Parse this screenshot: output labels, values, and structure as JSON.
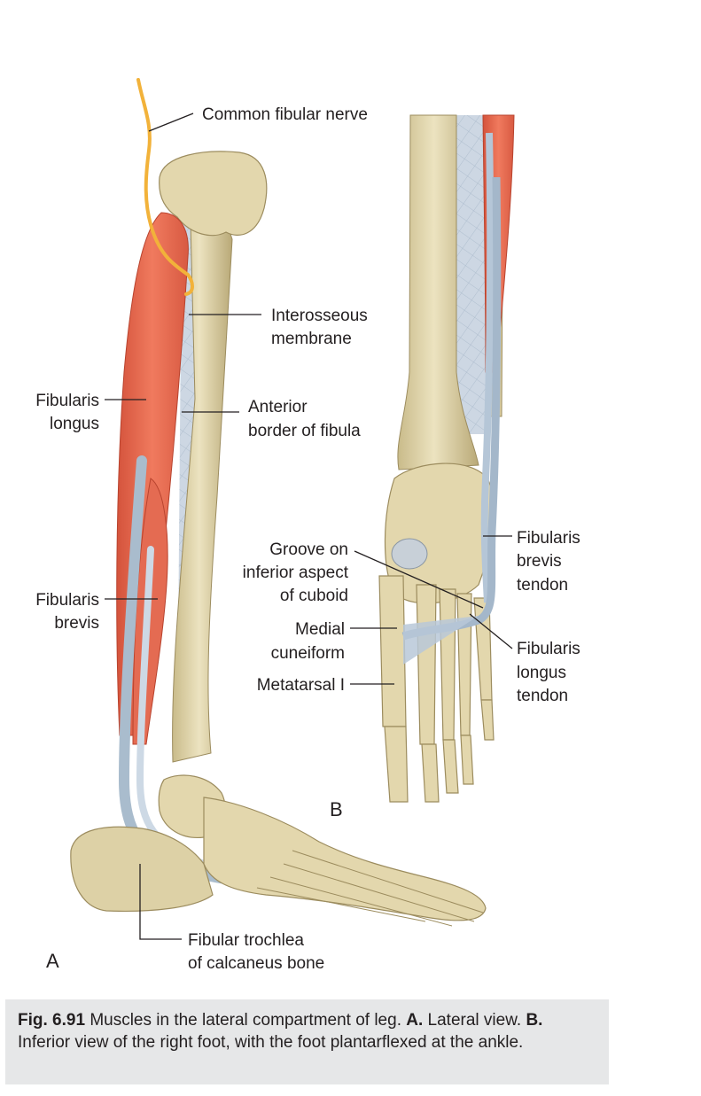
{
  "labels": {
    "common_fibular_nerve": "Common fibular nerve",
    "interosseous_1": "Interosseous",
    "interosseous_2": "membrane",
    "fibularis_longus_1": "Fibularis",
    "fibularis_longus_2": "longus",
    "anterior_border_1": "Anterior",
    "anterior_border_2": "border of fibula",
    "fibularis_brevis_1": "Fibularis",
    "fibularis_brevis_2": "brevis",
    "groove_1": "Groove on",
    "groove_2": "inferior aspect",
    "groove_3": "of cuboid",
    "brevis_tendon_1": "Fibularis",
    "brevis_tendon_2": "brevis",
    "brevis_tendon_3": "tendon",
    "medial_cuneiform_1": "Medial",
    "medial_cuneiform_2": "cuneiform",
    "longus_tendon_1": "Fibularis",
    "longus_tendon_2": "longus",
    "longus_tendon_3": "tendon",
    "metatarsal_1": "Metatarsal I",
    "trochlea_1": "Fibular trochlea",
    "trochlea_2": "of calcaneus bone",
    "panel_a": "A",
    "panel_b": "B"
  },
  "caption": {
    "fig_number": "Fig. 6.91",
    "text_1": "Muscles in the lateral compartment of leg.",
    "part_a_letter": "A.",
    "text_2": "Lateral view.",
    "part_b_letter": "B.",
    "text_3": "Inferior view of the right foot, with the foot plantarflexed at the ankle."
  },
  "colors": {
    "bone": "#ddd1a6",
    "bone_dark": "#b9a977",
    "muscle": "#e8684f",
    "muscle_light": "#f0907a",
    "tendon": "#b9c8d8",
    "membrane": "#c7d3e0",
    "nerve": "#f2b23a",
    "caption_bg": "#e6e7e8"
  }
}
